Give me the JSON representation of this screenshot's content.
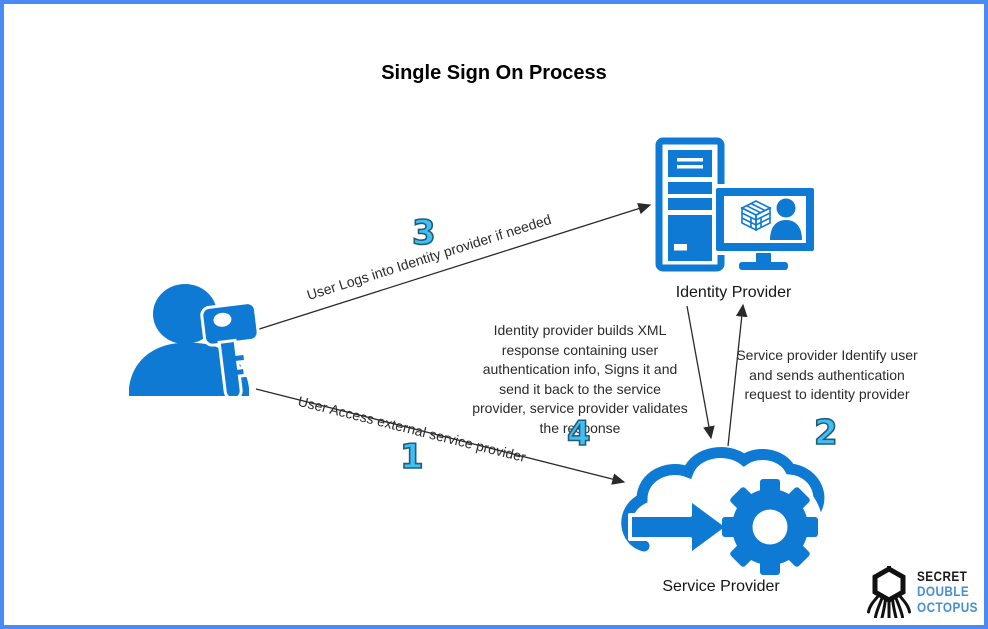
{
  "diagram": {
    "title": "Single Sign On Process",
    "nodes": {
      "identity_provider": "Identity Provider",
      "service_provider": "Service Provider"
    },
    "steps": {
      "s1": {
        "num": "1",
        "text": "User Access external service provider"
      },
      "s2": {
        "num": "2",
        "text": "Service provider Identify user and sends authentication request to identity provider"
      },
      "s3": {
        "num": "3",
        "text": "User Logs into Identity provider if needed"
      },
      "s4": {
        "num": "4",
        "text": "Identity provider builds XML response containing user authentication info, Signs it and send it back to the service provider, service provider validates the response"
      }
    }
  },
  "logo": {
    "word1": "SECRET",
    "word2": "DOUBLE",
    "word3": "OCTOPUS"
  },
  "colors": {
    "brand_blue": "#0e7ad3",
    "step_number_fill": "#3ec1f2",
    "step_number_outline": "#265b78",
    "canvas_border": "#4a8af5",
    "logo_blue": "#478fd3",
    "arrow_line": "#2a2a2a"
  }
}
